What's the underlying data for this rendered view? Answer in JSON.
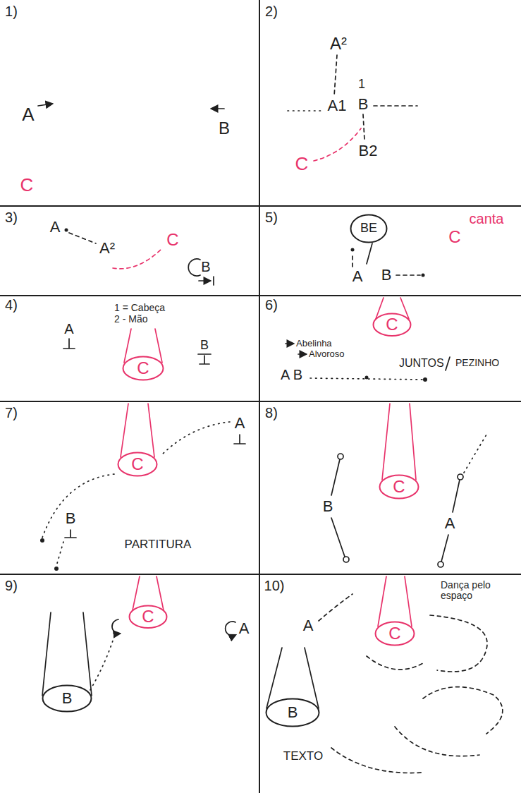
{
  "diagram": {
    "nodes": [
      {
        "text": [
          "1)",
          "A",
          "B",
          "C"
        ]
      },
      {
        "text": [
          "2)",
          "A²",
          "A1",
          "1",
          "B",
          "B2",
          "C"
        ]
      },
      {
        "text": [
          "3)",
          "A",
          "A²",
          "C",
          "B"
        ]
      },
      {
        "text": [
          "5)",
          "canta",
          "C",
          "A",
          "B"
        ]
      },
      {
        "text": [
          "BE"
        ],
        "in": 3
      },
      {
        "text": [
          "4)",
          "1 = Cabeça",
          "2 - Mão",
          "A",
          "B"
        ]
      },
      {
        "text": [
          "C"
        ],
        "in": 5
      },
      {
        "text": [
          "6)",
          "Abelinha",
          "Alvoroso",
          "A B",
          "JUNTOS",
          "PEZINHO"
        ]
      },
      {
        "text": [
          "C"
        ],
        "in": 7
      },
      {
        "text": [
          "7)",
          "A",
          "B",
          "PARTITURA"
        ]
      },
      {
        "text": [
          "C"
        ],
        "in": 9
      },
      {
        "text": [
          "8)",
          "B",
          "A"
        ]
      },
      {
        "text": [
          "C"
        ],
        "in": 11
      },
      {
        "text": [
          "9)",
          "A"
        ]
      },
      {
        "text": [
          "B"
        ],
        "in": 13
      },
      {
        "text": [
          "C"
        ],
        "in": 13
      },
      {
        "text": [
          "10)",
          "Dança pelo espaço",
          "A",
          "TEXTO"
        ]
      },
      {
        "text": [
          "C"
        ],
        "in": 16
      },
      {
        "text": [
          "B"
        ],
        "in": 16
      }
    ]
  }
}
